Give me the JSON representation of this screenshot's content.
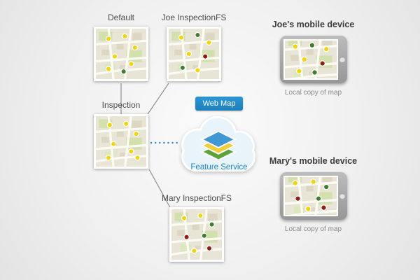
{
  "diagram": {
    "nodes": {
      "default": {
        "label": "Default",
        "markers": [
          [
            20,
            16,
            "yellow"
          ],
          [
            46,
            12,
            "yellow"
          ],
          [
            62,
            30,
            "yellow"
          ],
          [
            30,
            44,
            "yellow"
          ],
          [
            56,
            56,
            "yellow"
          ],
          [
            20,
            64,
            "yellow"
          ],
          [
            44,
            68,
            "green"
          ]
        ]
      },
      "joe_fs": {
        "label": "Joe InspectionFS",
        "markers": [
          [
            20,
            14,
            "yellow"
          ],
          [
            46,
            10,
            "green"
          ],
          [
            64,
            22,
            "yellow"
          ],
          [
            32,
            40,
            "yellow"
          ],
          [
            58,
            44,
            "red"
          ],
          [
            22,
            62,
            "green"
          ],
          [
            46,
            66,
            "yellow"
          ]
        ]
      },
      "inspection": {
        "label": "Inspection",
        "markers": [
          [
            22,
            14,
            "yellow"
          ],
          [
            48,
            12,
            "yellow"
          ],
          [
            64,
            28,
            "yellow"
          ],
          [
            28,
            44,
            "yellow"
          ],
          [
            56,
            56,
            "yellow"
          ],
          [
            20,
            66,
            "yellow"
          ],
          [
            66,
            66,
            "yellow"
          ]
        ]
      },
      "mary_fs": {
        "label": "Mary InspectionFS",
        "markers": [
          [
            20,
            14,
            "yellow"
          ],
          [
            46,
            10,
            "yellow"
          ],
          [
            64,
            24,
            "green"
          ],
          [
            24,
            44,
            "red"
          ],
          [
            52,
            42,
            "green"
          ],
          [
            60,
            62,
            "red"
          ],
          [
            36,
            66,
            "yellow"
          ]
        ]
      }
    },
    "cloud": {
      "badge_label": "Web Map",
      "service_label": "Feature Service"
    },
    "devices": {
      "joe": {
        "title": "Joe's mobile device",
        "caption": "Local copy of map",
        "markers": [
          [
            16,
            20,
            "yellow"
          ],
          [
            42,
            18,
            "green"
          ],
          [
            64,
            24,
            "yellow"
          ],
          [
            30,
            40,
            "yellow"
          ],
          [
            58,
            46,
            "red"
          ],
          [
            22,
            58,
            "yellow"
          ],
          [
            46,
            60,
            "green"
          ]
        ]
      },
      "mary": {
        "title": "Mary's mobile device",
        "caption": "Local copy of map",
        "markers": [
          [
            16,
            20,
            "yellow"
          ],
          [
            44,
            18,
            "yellow"
          ],
          [
            64,
            26,
            "green"
          ],
          [
            20,
            44,
            "red"
          ],
          [
            52,
            44,
            "green"
          ],
          [
            60,
            58,
            "red"
          ],
          [
            36,
            60,
            "yellow"
          ]
        ]
      }
    },
    "colors": {
      "accent_blue": "#1e88c7",
      "connector_gray": "#8f8f8f",
      "marker_yellow": "#f2d40e",
      "marker_green": "#3e7d32",
      "marker_red": "#8e1f14"
    }
  }
}
